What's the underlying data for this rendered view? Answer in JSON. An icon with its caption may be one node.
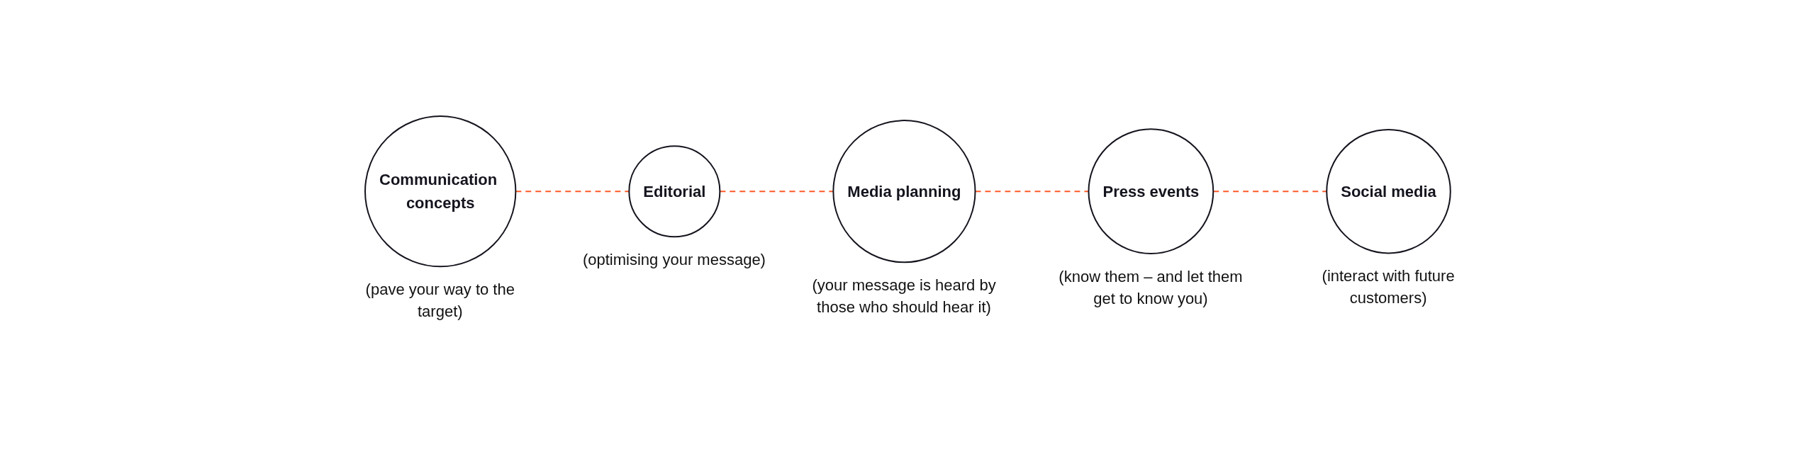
{
  "diagram": {
    "nodes": [
      {
        "text": [
          "Communication concepts"
        ],
        "beside": [
          "(pave your way to the target)"
        ]
      },
      {
        "text": [
          "Editorial"
        ],
        "beside": [
          "(optimising your message)"
        ]
      },
      {
        "text": [
          "Media planning"
        ],
        "beside": [
          "(your message is heard by those who should hear it)"
        ]
      },
      {
        "text": [
          "Press events"
        ],
        "beside": [
          "(know them – and let them get to know you)"
        ]
      },
      {
        "text": [
          "Social media"
        ],
        "beside": [
          "(interact with future customers)"
        ]
      }
    ],
    "edges": [
      {
        "from": 0,
        "to": 1,
        "arrow": "none",
        "style": "dashed",
        "color": "#ff5a28"
      },
      {
        "from": 1,
        "to": 2,
        "arrow": "none",
        "style": "dashed",
        "color": "#ff5a28"
      },
      {
        "from": 2,
        "to": 3,
        "arrow": "none",
        "style": "dashed",
        "color": "#ff5a28"
      },
      {
        "from": 3,
        "to": 4,
        "arrow": "none",
        "style": "dashed",
        "color": "#ff5a28"
      }
    ]
  }
}
